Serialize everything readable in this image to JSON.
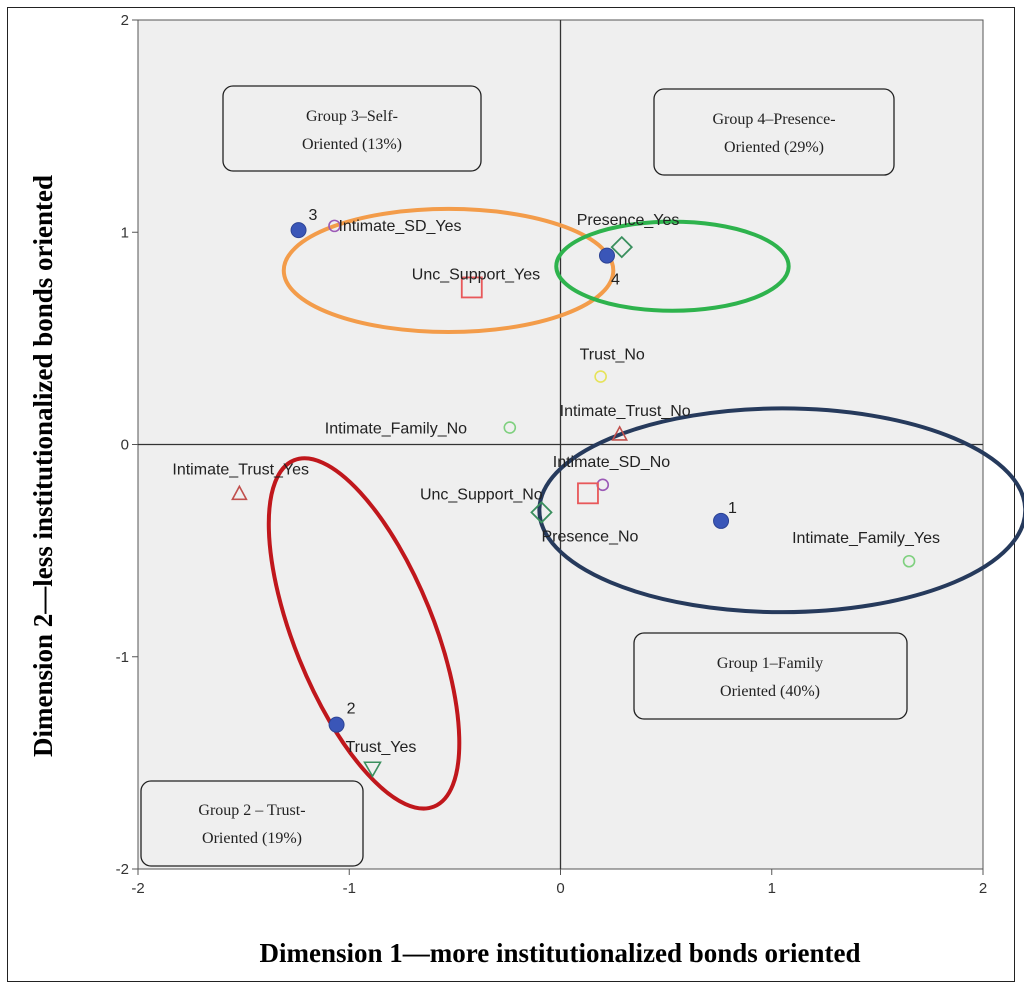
{
  "chart_data": {
    "type": "scatter",
    "xlabel": "Dimension 1—more institutionalized bonds oriented",
    "ylabel": "Dimension 2—less institutionalized bonds oriented",
    "xlim": [
      -2,
      2
    ],
    "ylim": [
      -2,
      2
    ],
    "xticks": [
      "-2",
      "-1",
      "0",
      "1",
      "2"
    ],
    "yticks": [
      "-2",
      "-1",
      "0",
      "1",
      "2"
    ],
    "grid": false,
    "plot_background": "#efefef",
    "categories": [
      {
        "label": "Intimate_SD_Yes",
        "x": -1.07,
        "y": 1.03,
        "marker": "circle",
        "color": "#9b59b6"
      },
      {
        "label": "Unc_Support_Yes",
        "x": -0.42,
        "y": 0.74,
        "marker": "square",
        "color": "#e8585a"
      },
      {
        "label": "Presence_Yes",
        "x": 0.29,
        "y": 0.93,
        "marker": "diamond",
        "color": "#3a8f5e"
      },
      {
        "label": "Trust_No",
        "x": 0.19,
        "y": 0.32,
        "marker": "circle",
        "color": "#e6e35a"
      },
      {
        "label": "Intimate_Family_No",
        "x": -0.24,
        "y": 0.08,
        "marker": "circle",
        "color": "#7ed07e"
      },
      {
        "label": "Intimate_Trust_No",
        "x": 0.28,
        "y": 0.05,
        "marker": "triangle-up",
        "color": "#c0504d"
      },
      {
        "label": "Intimate_SD_No",
        "x": 0.2,
        "y": -0.19,
        "marker": "circle",
        "color": "#9b59b6"
      },
      {
        "label": "Unc_Support_No",
        "x": 0.13,
        "y": -0.23,
        "marker": "square",
        "color": "#e8585a"
      },
      {
        "label": "Presence_No",
        "x": -0.09,
        "y": -0.32,
        "marker": "diamond",
        "color": "#3a8f5e"
      },
      {
        "label": "Intimate_Family_Yes",
        "x": 1.65,
        "y": -0.55,
        "marker": "circle",
        "color": "#7ed07e"
      },
      {
        "label": "Intimate_Trust_Yes",
        "x": -1.52,
        "y": -0.23,
        "marker": "triangle-up",
        "color": "#c0504d"
      },
      {
        "label": "Trust_Yes",
        "x": -0.89,
        "y": -1.53,
        "marker": "triangle-down",
        "color": "#3a8f5e"
      }
    ],
    "clusters": [
      {
        "label": "1",
        "x": 0.76,
        "y": -0.36
      },
      {
        "label": "2",
        "x": -1.06,
        "y": -1.32
      },
      {
        "label": "3",
        "x": -1.24,
        "y": 1.01
      },
      {
        "label": "4",
        "x": 0.22,
        "y": 0.89
      }
    ],
    "cluster_color": "#3a56b8",
    "ellipses": [
      {
        "cx": -0.53,
        "cy": 0.82,
        "rx": 0.78,
        "ry": 0.29,
        "rotate": 0,
        "color": "#f39c4a"
      },
      {
        "cx": 0.53,
        "cy": 0.84,
        "rx": 0.55,
        "ry": 0.21,
        "rotate": 0,
        "color": "#2eb34d"
      },
      {
        "cx": 1.05,
        "cy": -0.31,
        "rx": 1.15,
        "ry": 0.48,
        "rotate": 0,
        "color": "#263a5c"
      },
      {
        "cx": -0.93,
        "cy": -0.89,
        "rx": 0.33,
        "ry": 0.88,
        "rotate": -22,
        "color": "#c0171c"
      }
    ],
    "annotations": [
      {
        "lines": [
          "Group 3–Self-",
          "Oriented (13%)"
        ]
      },
      {
        "lines": [
          "Group 4–Presence-",
          "Oriented (29%)"
        ]
      },
      {
        "lines": [
          "Group 1–Family",
          "Oriented (40%)"
        ]
      },
      {
        "lines": [
          "Group 2 – Trust-",
          "Oriented (19%)"
        ]
      }
    ]
  }
}
